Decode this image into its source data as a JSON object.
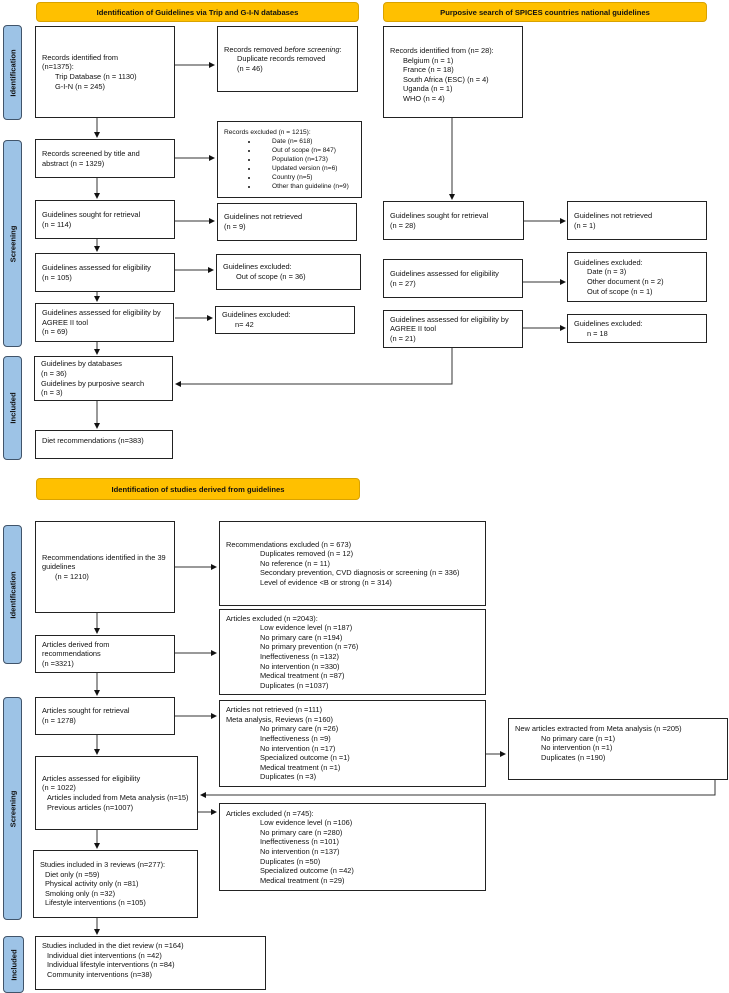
{
  "colors": {
    "header": "#FFC000",
    "side_label": "#9DC3E6"
  },
  "headers": {
    "databases": "Identification of Guidelines via Trip and G-I-N databases",
    "purposive": "Purposive search of SPICES countries national guidelines",
    "studies": "Identification of studies derived from guidelines"
  },
  "phases": {
    "identification": "Identification",
    "screening": "Screening",
    "included": "Included"
  },
  "top": {
    "records_identified": {
      "title": "Records identified from",
      "total": "(n=1375):",
      "items": [
        "Trip Database (n = 1130)",
        "G-I-N (n = 245)"
      ]
    },
    "records_removed": {
      "title_pre": "Records removed ",
      "title_em": "before screening",
      "title_post": ":",
      "item": "Duplicate records removed",
      "n": "(n = 46)"
    },
    "records_screened": {
      "text": "Records screened by title and abstract (n = 1329)"
    },
    "records_excluded": {
      "title": "Records excluded (n = 1215):",
      "items": [
        "Date (n= 618)",
        "Out of scope (n= 847)",
        "Population (n=173)",
        "Updated version (n=6)",
        "Country (n=5)",
        "Other than guideline (n=9)"
      ]
    },
    "sought": {
      "title": "Guidelines sought for retrieval",
      "n": "(n = 114)"
    },
    "not_retrieved": {
      "title": "Guidelines not retrieved",
      "n": "(n = 9)"
    },
    "assessed": {
      "title": "Guidelines assessed for eligibility",
      "n": "(n = 105)"
    },
    "excluded": {
      "title": "Guidelines excluded:",
      "item": "Out of scope (n = 36)"
    },
    "agree": {
      "title": "Guidelines assessed for eligibility by AGREE II tool",
      "n": "(n = 69)"
    },
    "agree_excluded": {
      "title": "Guidelines excluded:",
      "item": "n= 42"
    },
    "included": {
      "l1": "Guidelines by databases",
      "l2": "(n = 36)",
      "l3": "Guidelines by purposive search",
      "l4": "(n = 3)"
    },
    "diet_recs": {
      "text": "Diet recommendations (n=383)"
    }
  },
  "purposive": {
    "records_identified": {
      "title": "Records identified from (n= 28):",
      "items": [
        "Belgium (n = 1)",
        "France (n = 18)",
        "South Africa (ESC) (n = 4)",
        "Uganda (n = 1)",
        "WHO (n = 4)"
      ]
    },
    "sought": {
      "title": "Guidelines sought for retrieval",
      "n": "(n = 28)"
    },
    "not_retrieved": {
      "title": "Guidelines not retrieved",
      "n": "(n = 1)"
    },
    "assessed": {
      "title": "Guidelines assessed for eligibility",
      "n": "(n = 27)"
    },
    "excluded": {
      "title": "Guidelines excluded:",
      "items": [
        "Date (n = 3)",
        "Other document (n = 2)",
        "Out of scope (n = 1)"
      ]
    },
    "agree": {
      "title": "Guidelines assessed for eligibility by AGREE II tool",
      "n": "(n = 21)"
    },
    "agree_excluded": {
      "title": "Guidelines excluded:",
      "item": "n = 18"
    }
  },
  "studies": {
    "recs_identified": {
      "title": "Recommendations identified in the 39 guidelines",
      "n": "(n = 1210)"
    },
    "recs_excluded": {
      "title": "Recommendations excluded (n = 673)",
      "items": [
        "Duplicates removed (n = 12)",
        "No reference (n = 11)",
        "Secondary prevention, CVD diagnosis or screening (n = 336)",
        "Level of evidence <B or strong (n = 314)"
      ]
    },
    "articles_derived": {
      "title": "Articles derived from recommendations",
      "n": "(n =3321)"
    },
    "articles_excluded": {
      "title": "Articles excluded (n =2043):",
      "items": [
        "Low evidence level (n =187)",
        "No primary care (n =194)",
        "No primary prevention (n =76)",
        "Ineffectiveness (n =132)",
        "No intervention (n =330)",
        "Medical treatment (n =87)",
        "Duplicates (n =1037)"
      ]
    },
    "sought": {
      "title": "Articles sought for retrieval",
      "n": "(n = 1278)"
    },
    "not_retrieved": {
      "l1": "Articles not retrieved (n =111)",
      "l2": "Meta analysis, Reviews (n =160)",
      "items": [
        "No primary care (n =26)",
        "Ineffectiveness (n =9)",
        "No intervention (n =17)",
        "Specialized outcome (n =1)",
        "Medical treatment (n =1)",
        "Duplicates (n =3)"
      ]
    },
    "new_articles": {
      "title": "New articles extracted from Meta analysis (n =205)",
      "items": [
        "No primary care (n =1)",
        "No intervention (n =1)",
        "Duplicates (n =190)"
      ]
    },
    "assessed": {
      "title": "Articles assessed for eligibility",
      "n": "(n = 1022)",
      "items": [
        "Articles included from Meta analysis (n=15)",
        "Previous articles (n=1007)"
      ]
    },
    "excluded": {
      "title": "Articles excluded (n =745):",
      "items": [
        "Low evidence level (n =106)",
        "No primary care (n =280)",
        "Ineffectiveness (n =101)",
        "No intervention (n =137)",
        "Duplicates (n =50)",
        "Specialized outcome (n =42)",
        "Medical treatment (n =29)"
      ]
    },
    "three_reviews": {
      "title": "Studies included in 3 reviews (n=277):",
      "items": [
        "Diet only (n =59)",
        "Physical activity only (n =81)",
        "Smoking only (n =32)",
        "Lifestyle interventions (n =105)"
      ]
    },
    "diet_review": {
      "title": "Studies included in the diet review (n =164)",
      "items": [
        "Individual diet interventions (n =42)",
        "Individual lifestyle interventions (n =84)",
        "Community interventions (n=38)"
      ]
    }
  }
}
